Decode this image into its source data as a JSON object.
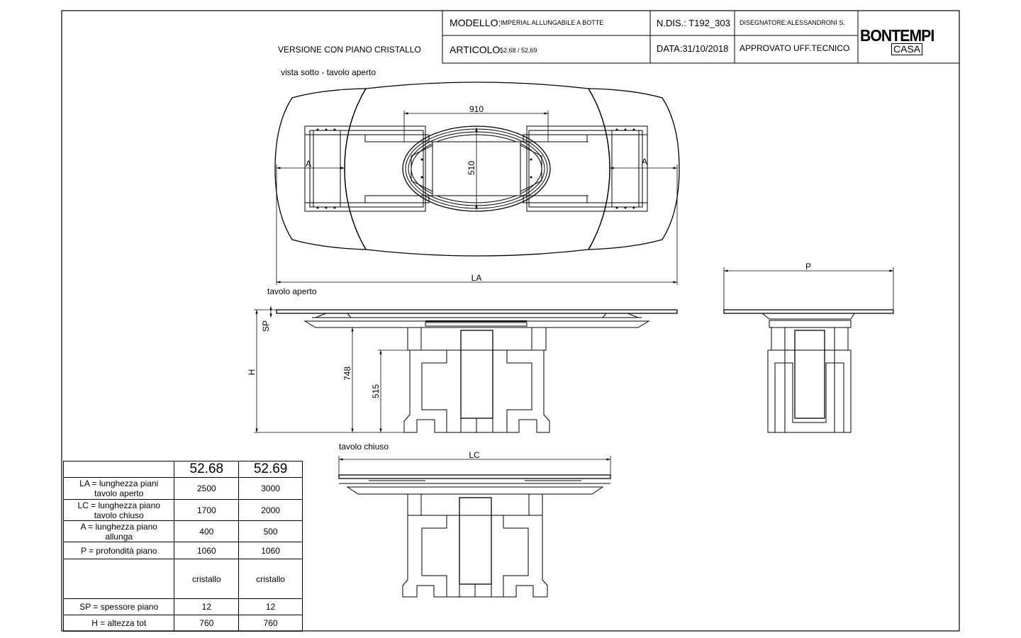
{
  "header": {
    "version_label": "VERSIONE CON PIANO CRISTALLO",
    "modello_key": "MODELLO:",
    "modello_value": "IMPERIAL ALLUNGABILE A BOTTE",
    "articolo_key": "ARTICOLO:",
    "articolo_value": "52.68 / 52.69",
    "ndis": "N.DIS.: T192_303",
    "data": "DATA:31/10/2018",
    "disegnatore": "DISEGNATORE:ALESSANDRONI S.",
    "approvato": "APPROVATO UFF.TECNICO",
    "logo_top": "BONTEMPI",
    "logo_bottom": "CASA"
  },
  "views": {
    "bottom": "vista sotto - tavolo aperto",
    "open": "tavolo aperto",
    "closed": "tavolo chiuso"
  },
  "dimensions": {
    "d910": "910",
    "d510": "510",
    "a_left": "A",
    "a_right": "A",
    "la": "LA",
    "p": "P",
    "sp": "SP",
    "h": "H",
    "d748": "748",
    "d515": "515",
    "lc": "LC"
  },
  "table": {
    "headers": [
      "",
      "52.68",
      "52.69"
    ],
    "rows": [
      {
        "label1": "LA = lunghezza piani",
        "label2": "tavolo aperto",
        "v1": "2500",
        "v2": "3000"
      },
      {
        "label1": "LC = lunghezza piano",
        "label2": "tavolo chiuso",
        "v1": "1700",
        "v2": "2000"
      },
      {
        "label1": "A = lunghezza piano",
        "label2": "allunga",
        "v1": "400",
        "v2": "500"
      },
      {
        "label1": "P = profondità piano",
        "label2": "",
        "v1": "1060",
        "v2": "1060"
      },
      {
        "label1": "",
        "label2": "",
        "v1": "cristallo",
        "v2": "cristallo"
      },
      {
        "label1": "SP = spessore piano",
        "label2": "",
        "v1": "12",
        "v2": "12"
      },
      {
        "label1": "H = altezza tot",
        "label2": "",
        "v1": "760",
        "v2": "760"
      }
    ]
  }
}
